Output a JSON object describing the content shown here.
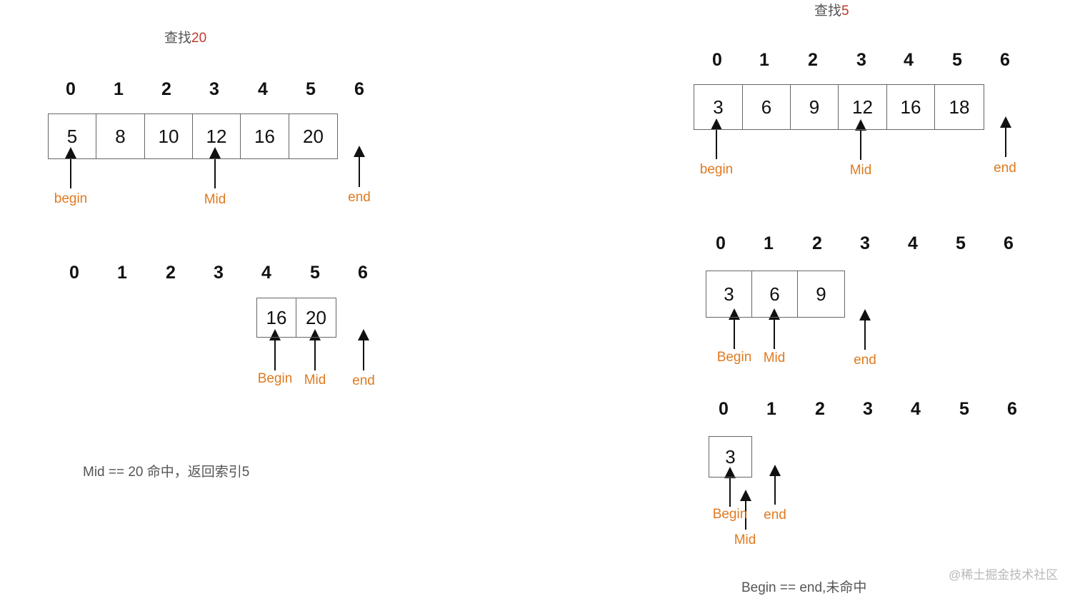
{
  "left": {
    "title_prefix": "查找",
    "title_target": "20",
    "indices": [
      "0",
      "1",
      "2",
      "3",
      "4",
      "5",
      "6"
    ],
    "step1_values": [
      "5",
      "8",
      "10",
      "12",
      "16",
      "20"
    ],
    "step1_labels": {
      "begin": "begin",
      "mid": "Mid",
      "end": "end"
    },
    "step2_values": [
      "16",
      "20"
    ],
    "step2_labels": {
      "begin": "Begin",
      "mid": "Mid",
      "end": "end"
    },
    "result": "Mid  == 20 命中，返回索引5"
  },
  "right": {
    "title_prefix": "查找",
    "title_target": "5",
    "indices": [
      "0",
      "1",
      "2",
      "3",
      "4",
      "5",
      "6"
    ],
    "step1_values": [
      "3",
      "6",
      "9",
      "12",
      "16",
      "18"
    ],
    "step1_labels": {
      "begin": "begin",
      "mid": "Mid",
      "end": "end"
    },
    "step2_values": [
      "3",
      "6",
      "9"
    ],
    "step2_labels": {
      "begin": "Begin",
      "mid": "Mid",
      "end": "end"
    },
    "step3_values": [
      "3"
    ],
    "step3_labels": {
      "begin": "Begin",
      "mid": "Mid",
      "end": "end"
    },
    "result": "Begin == end,未命中"
  },
  "watermark": "@稀土掘金技术社区",
  "colors": {
    "highlight": "#c0392b",
    "pointer": "#e07a1f"
  }
}
